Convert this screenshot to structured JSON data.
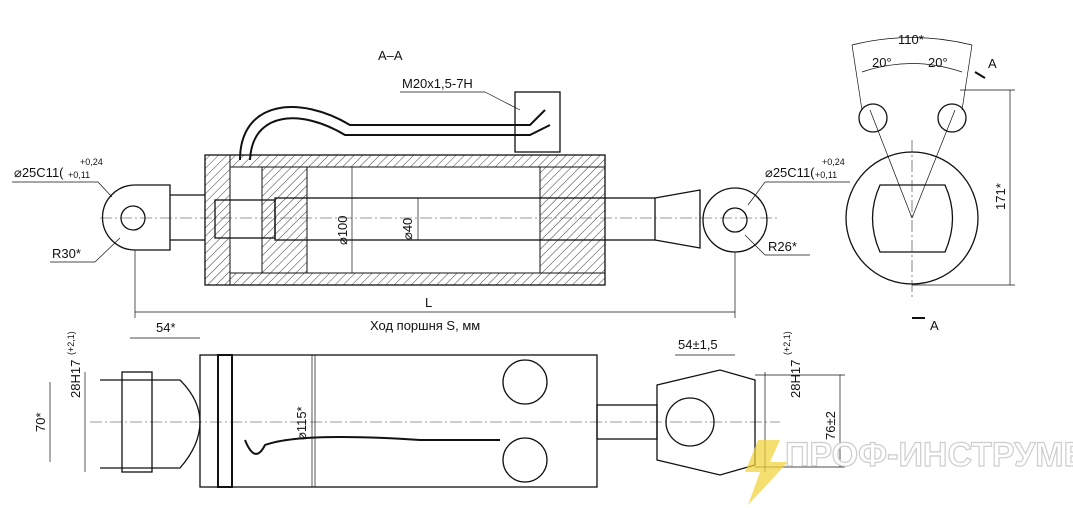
{
  "section_title": "A–A",
  "thread_label": "M20x1,5-7H",
  "left_bore_label": "⌀25C11(",
  "left_bore_tol_upper": "+0,24",
  "left_bore_tol_lower": "+0,11",
  "left_radius": "R30*",
  "piston_diameter": "⌀100",
  "rod_diameter": "⌀40",
  "length_label": "L",
  "stroke_label": "Ход поршня S, мм",
  "right_bore_label": "⌀25C11(",
  "right_bore_tol_upper": "+0,24",
  "right_bore_tol_lower": "+0,11",
  "right_radius": "R26*",
  "end_view": {
    "angle_total": "110*",
    "angle_left": "20°",
    "angle_right": "20°",
    "section_mark_top": "A",
    "height": "171*",
    "section_mark_bottom": "A"
  },
  "bottom_view": {
    "left_offset": "54*",
    "left_height": "70*",
    "left_pin": "28H17",
    "left_pin_tol": "(+2,1)",
    "cylinder_diameter": "⌀115*",
    "right_offset": "54±1,5",
    "right_pin": "28H17",
    "right_pin_tol": "(+2,1)",
    "right_height": "76±2"
  },
  "watermark": "ПРОФ-ИНСТРУМЕНТ",
  "colors": {
    "line": "#111111",
    "watermark_bolt": "#f3d23a"
  }
}
